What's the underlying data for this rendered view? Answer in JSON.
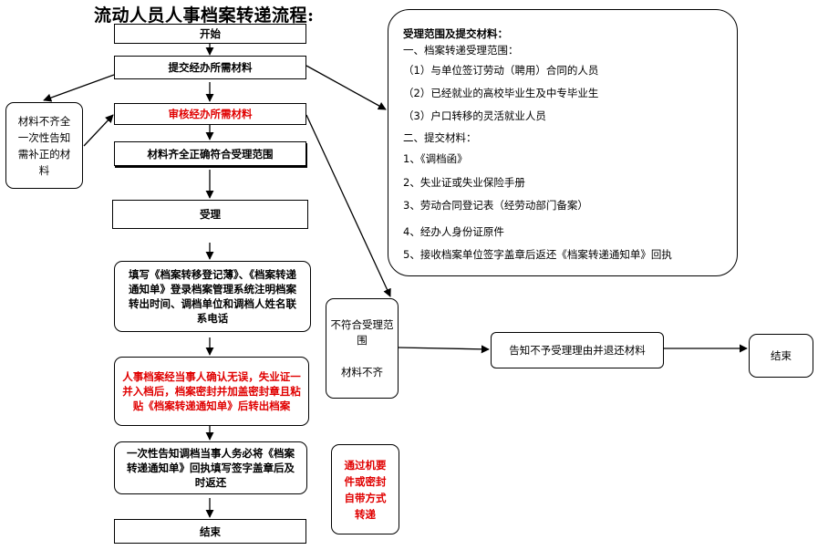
{
  "title": "流动人员人事档案转递流程:",
  "flow": {
    "start": "开始",
    "submit": "提交经办所需材料",
    "review": "审核经办所需材料",
    "complete": "材料齐全正确符合受理范围",
    "accept": "受理",
    "fill": "填写《档案转移登记薄》、《档案转递通知单》登录档案管理系统注明档案转出时间、调档单位和调档人姓名联系电话",
    "seal": "人事档案经当事人确认无误，失业证一并入档后，档案密封并加盖密封章且粘贴《档案转递通知单》后转出档案",
    "notify": "一次性告知调档当事人务必将《档案转递通知单》回执填写签字盖章后及时返还",
    "end": "结束"
  },
  "side": {
    "incomplete": "材料不齐全一次性告知需补正的材料",
    "not_match_line1": "不符合受理范围",
    "not_match_line2": "材料不齐",
    "reject": "告知不予受理理由并退还材料",
    "end": "结束",
    "transfer": "通过机要件或密封自带方式转递"
  },
  "info": {
    "heading": "受理范围及提交材料：",
    "section1": "一、档案转递受理范围：",
    "s1_items": [
      "（1）与单位签订劳动（聘用）合同的人员",
      "（2）已经就业的高校毕业生及中专毕业生",
      "（3）户口转移的灵活就业人员"
    ],
    "section2": "二、提交材料：",
    "s2_items": [
      "1、《调档函》",
      "2、失业证或失业保险手册",
      "3、劳动合同登记表（经劳动部门备案）",
      "4、经办人身份证原件",
      "5、接收档案单位签字盖章后返还《档案转递通知单》回执"
    ]
  }
}
